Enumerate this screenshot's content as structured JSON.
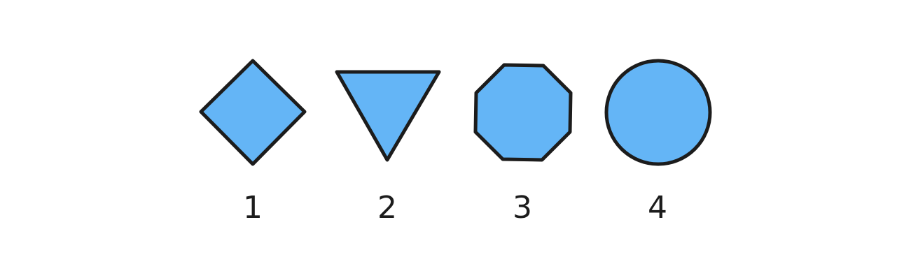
{
  "colors": {
    "fill": "#64b5f6",
    "stroke": "#1c1c1c",
    "label": "#1c1c1c",
    "background": "#ffffff"
  },
  "items": [
    {
      "shape": "diamond-icon",
      "label": "1"
    },
    {
      "shape": "triangle-icon",
      "label": "2"
    },
    {
      "shape": "octagon-icon",
      "label": "3"
    },
    {
      "shape": "circle-icon",
      "label": "4"
    }
  ]
}
